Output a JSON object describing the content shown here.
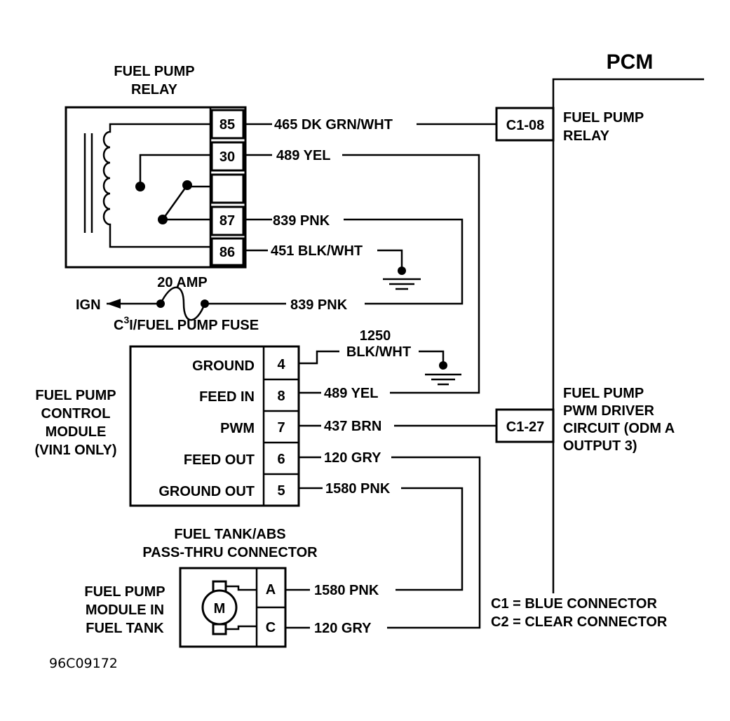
{
  "relay": {
    "title_line1": "FUEL PUMP",
    "title_line2": "RELAY",
    "pins": [
      "85",
      "30",
      "87",
      "86"
    ]
  },
  "wires": {
    "w465": "465 DK GRN/WHT",
    "w489_top": "489 YEL",
    "w839_top": "839 PNK",
    "w451": "451 BLK/WHT",
    "w839_fuse": "839 PNK",
    "w1250_num": "1250",
    "w1250_color": "BLK/WHT",
    "w489_mod": "489 YEL",
    "w437": "437 BRN",
    "w120_mod": "120 GRY",
    "w1580_mod": "1580 PNK",
    "w1580_tank": "1580 PNK",
    "w120_tank": "120 GRY"
  },
  "fuse": {
    "rating": "20 AMP",
    "ign": "IGN",
    "name_c": "C",
    "name_sup": "3",
    "name_rest": "I/FUEL PUMP FUSE"
  },
  "pcm": {
    "title": "PCM",
    "conn1": "C1-08",
    "conn1_label1": "FUEL PUMP",
    "conn1_label2": "RELAY",
    "conn2": "C1-27",
    "conn2_label1": "FUEL PUMP",
    "conn2_label2": "PWM DRIVER",
    "conn2_label3": "CIRCUIT (ODM A",
    "conn2_label4": "OUTPUT 3)"
  },
  "module": {
    "name_line1": "FUEL PUMP",
    "name_line2": "CONTROL",
    "name_line3": "MODULE",
    "name_line4": "(VIN1 ONLY)",
    "rows": [
      {
        "label": "GROUND",
        "pin": "4"
      },
      {
        "label": "FEED IN",
        "pin": "8"
      },
      {
        "label": "PWM",
        "pin": "7"
      },
      {
        "label": "FEED OUT",
        "pin": "6"
      },
      {
        "label": "GROUND OUT",
        "pin": "5"
      }
    ]
  },
  "tank": {
    "connector_line1": "FUEL TANK/ABS",
    "connector_line2": "PASS-THRU CONNECTOR",
    "module_line1": "FUEL PUMP",
    "module_line2": "MODULE IN",
    "module_line3": "FUEL TANK",
    "motor": "M",
    "pins": [
      "A",
      "C"
    ]
  },
  "legend": {
    "line1": "C1 = BLUE CONNECTOR",
    "line2": "C2 = CLEAR CONNECTOR"
  },
  "figure_code": "96C09172"
}
